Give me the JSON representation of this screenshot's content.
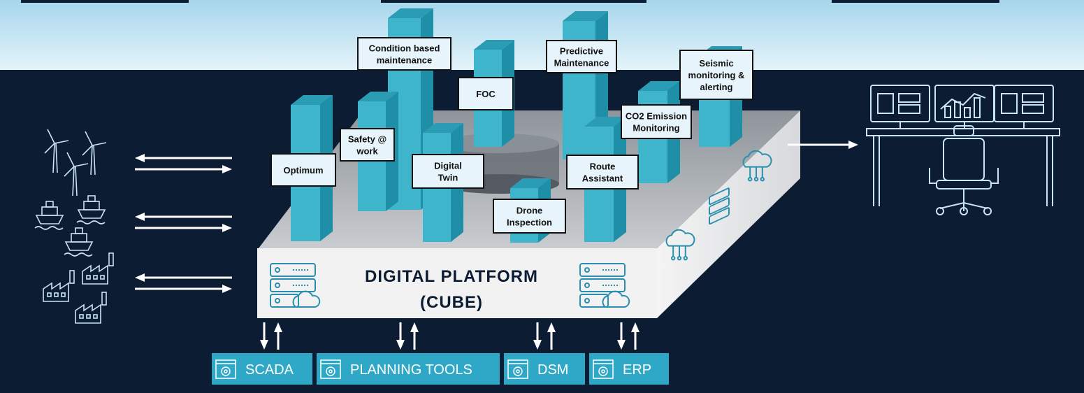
{
  "platform": {
    "title_line1": "DIGITAL PLATFORM",
    "title_line2": "(CUBE)"
  },
  "capabilities": [
    {
      "key": "condition",
      "lines": [
        "Condition based",
        "maintenance"
      ]
    },
    {
      "key": "predictive",
      "lines": [
        "Predictive",
        "Maintenance"
      ]
    },
    {
      "key": "seismic",
      "lines": [
        "Seismic",
        "monitoring &",
        "alerting"
      ]
    },
    {
      "key": "foc",
      "lines": [
        "FOC"
      ]
    },
    {
      "key": "co2",
      "lines": [
        "CO2 Emission",
        "Monitoring"
      ]
    },
    {
      "key": "safety",
      "lines": [
        "Safety @",
        "work"
      ]
    },
    {
      "key": "optimum",
      "lines": [
        "Optimum"
      ]
    },
    {
      "key": "digital-twin",
      "lines": [
        "Digital",
        "Twin"
      ]
    },
    {
      "key": "route",
      "lines": [
        "Route",
        "Assistant"
      ]
    },
    {
      "key": "drone",
      "lines": [
        "Drone",
        "Inspection"
      ]
    }
  ],
  "systems": [
    {
      "key": "scada",
      "label": "SCADA"
    },
    {
      "key": "planning-tools",
      "label": "PLANNING TOOLS"
    },
    {
      "key": "dsm",
      "label": "DSM"
    },
    {
      "key": "erp",
      "label": "ERP"
    }
  ],
  "colors": {
    "background": "#0c1c33",
    "sky_top": "#9fd2ea",
    "sky_bottom": "#e6f4fb",
    "pillar_front": "#3fb5cc",
    "pillar_side": "#1f8fa8",
    "pillar_top": "#2a9cb4",
    "system_button": "#2ea8c6",
    "label_box": "#e8f4fb",
    "icon_line": "#c9e4f3"
  }
}
